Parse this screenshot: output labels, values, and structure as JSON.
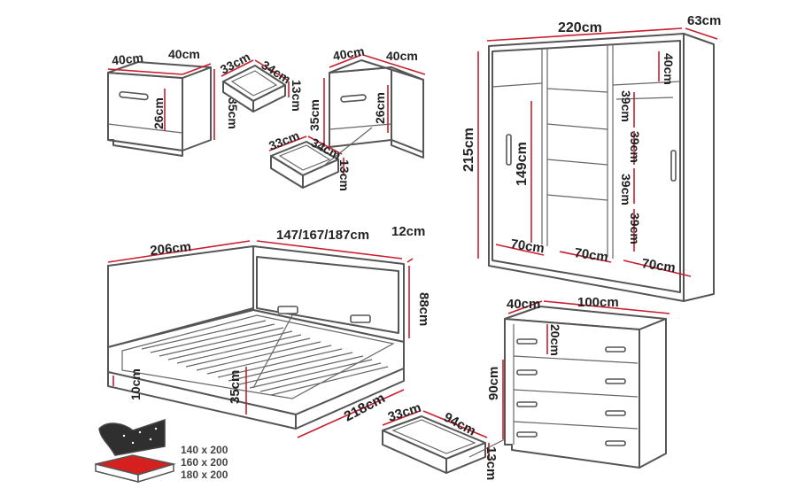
{
  "nightstand_left": {
    "width": "40cm",
    "depth": "40cm",
    "height": "35cm",
    "front_height": "26cm"
  },
  "drawer_small_top": {
    "a": "33cm",
    "b": "34cm",
    "c": "13cm"
  },
  "nightstand_right": {
    "width": "40cm",
    "depth": "40cm",
    "height": "35cm",
    "front_height": "26cm"
  },
  "drawer_small_bottom": {
    "a": "33cm",
    "b": "34cm",
    "c": "13cm"
  },
  "wardrobe": {
    "width": "220cm",
    "depth": "63cm",
    "height": "215cm",
    "top_shelf": "40cm",
    "rod_height": "149cm",
    "shelf_1": "39cm",
    "shelf_2": "39cm",
    "shelf_3": "39cm",
    "shelf_4": "39cm",
    "section_1": "70cm",
    "section_2": "70cm",
    "section_3": "70cm"
  },
  "bed": {
    "length": "206cm",
    "width_options": "147/167/187cm",
    "headboard_thickness": "12cm",
    "headboard_height": "88cm",
    "floor_clearance": "10cm",
    "frame_height": "35cm",
    "total_length": "218cm"
  },
  "mattress_sizes": [
    "140 x 200",
    "160 x 200",
    "180 x 200"
  ],
  "dresser": {
    "depth": "40cm",
    "width": "100cm",
    "drawer_height": "20cm",
    "height": "90cm"
  },
  "drawer_large": {
    "a": "33cm",
    "b": "94cm",
    "c": "13cm"
  },
  "colors": {
    "dimension_line": "#c81e2d",
    "outline": "#555555",
    "text": "#222222",
    "mattress": "#d62020"
  }
}
